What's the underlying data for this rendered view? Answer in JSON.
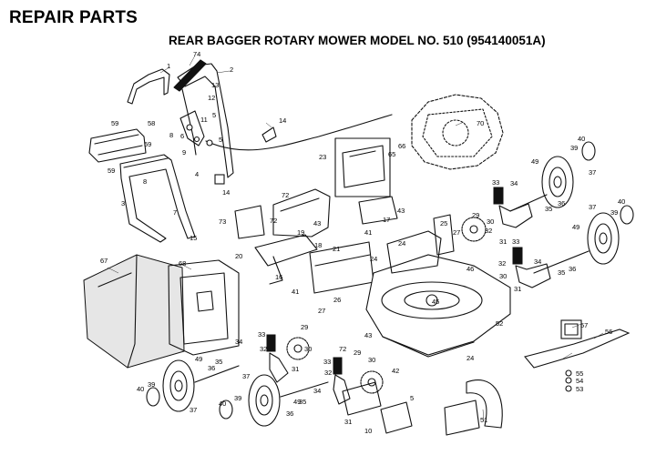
{
  "header": {
    "title": "REPAIR PARTS",
    "subtitle": "REAR BAGGER ROTARY MOWER MODEL NO.  510 (954140051A)"
  },
  "callouts": [
    {
      "id": "c74",
      "text": "74"
    },
    {
      "id": "c1",
      "text": "1"
    },
    {
      "id": "c2",
      "text": "2"
    },
    {
      "id": "c13",
      "text": "13"
    },
    {
      "id": "c12",
      "text": "12"
    },
    {
      "id": "c5a",
      "text": "5"
    },
    {
      "id": "c11",
      "text": "11"
    },
    {
      "id": "c6",
      "text": "6"
    },
    {
      "id": "c5b",
      "text": "5"
    },
    {
      "id": "c14a",
      "text": "14"
    },
    {
      "id": "c59a",
      "text": "59"
    },
    {
      "id": "c58",
      "text": "58"
    },
    {
      "id": "c59b",
      "text": "59"
    },
    {
      "id": "c8a",
      "text": "8"
    },
    {
      "id": "c9",
      "text": "9"
    },
    {
      "id": "c4",
      "text": "4"
    },
    {
      "id": "c59c",
      "text": "59"
    },
    {
      "id": "c8b",
      "text": "8"
    },
    {
      "id": "c3",
      "text": "3"
    },
    {
      "id": "c14b",
      "text": "14"
    },
    {
      "id": "c7",
      "text": "7"
    },
    {
      "id": "c15",
      "text": "15"
    },
    {
      "id": "c70",
      "text": "70"
    },
    {
      "id": "c23",
      "text": "23"
    },
    {
      "id": "c66",
      "text": "66"
    },
    {
      "id": "c65",
      "text": "65"
    },
    {
      "id": "c72a",
      "text": "72"
    },
    {
      "id": "c72b",
      "text": "72"
    },
    {
      "id": "c73",
      "text": "73"
    },
    {
      "id": "c19",
      "text": "19"
    },
    {
      "id": "c43a",
      "text": "43"
    },
    {
      "id": "c17",
      "text": "17"
    },
    {
      "id": "c43b",
      "text": "43"
    },
    {
      "id": "c20",
      "text": "20"
    },
    {
      "id": "c18",
      "text": "18"
    },
    {
      "id": "c21",
      "text": "21"
    },
    {
      "id": "c41a",
      "text": "41"
    },
    {
      "id": "c16",
      "text": "16"
    },
    {
      "id": "c41b",
      "text": "41"
    },
    {
      "id": "c24a",
      "text": "24"
    },
    {
      "id": "c24b",
      "text": "24"
    },
    {
      "id": "c67",
      "text": "67"
    },
    {
      "id": "c68",
      "text": "68"
    },
    {
      "id": "c26",
      "text": "26"
    },
    {
      "id": "c27a",
      "text": "27"
    },
    {
      "id": "c45",
      "text": "45"
    },
    {
      "id": "c46",
      "text": "46"
    },
    {
      "id": "c52",
      "text": "52"
    },
    {
      "id": "c25",
      "text": "25"
    },
    {
      "id": "c27b",
      "text": "27"
    },
    {
      "id": "c29a",
      "text": "29"
    },
    {
      "id": "c30a",
      "text": "30"
    },
    {
      "id": "c31a",
      "text": "31"
    },
    {
      "id": "c32a",
      "text": "32"
    },
    {
      "id": "c33a",
      "text": "33"
    },
    {
      "id": "c34a",
      "text": "34"
    },
    {
      "id": "c35a",
      "text": "35"
    },
    {
      "id": "c36a",
      "text": "36"
    },
    {
      "id": "c37a",
      "text": "37"
    },
    {
      "id": "c39a",
      "text": "39"
    },
    {
      "id": "c40a",
      "text": "40"
    },
    {
      "id": "c49a",
      "text": "49"
    },
    {
      "id": "c33b",
      "text": "33"
    },
    {
      "id": "c32b",
      "text": "32"
    },
    {
      "id": "c34b",
      "text": "34"
    },
    {
      "id": "c30b",
      "text": "30"
    },
    {
      "id": "c31b",
      "text": "31"
    },
    {
      "id": "c35b",
      "text": "35"
    },
    {
      "id": "c36b",
      "text": "36"
    },
    {
      "id": "c37b",
      "text": "37"
    },
    {
      "id": "c39b",
      "text": "39"
    },
    {
      "id": "c40b",
      "text": "40"
    },
    {
      "id": "c49b",
      "text": "49"
    },
    {
      "id": "c57",
      "text": "57"
    },
    {
      "id": "c56",
      "text": "56"
    },
    {
      "id": "c55",
      "text": "55"
    },
    {
      "id": "c54",
      "text": "54"
    },
    {
      "id": "c53",
      "text": "53"
    },
    {
      "id": "c51",
      "text": "51"
    },
    {
      "id": "c10",
      "text": "10"
    },
    {
      "id": "c31c",
      "text": "31"
    },
    {
      "id": "c32c",
      "text": "32"
    },
    {
      "id": "c33c",
      "text": "33"
    },
    {
      "id": "c29b",
      "text": "29"
    },
    {
      "id": "c30c",
      "text": "30"
    },
    {
      "id": "c72c",
      "text": "72"
    },
    {
      "id": "c42",
      "text": "42"
    },
    {
      "id": "c43c",
      "text": "43"
    },
    {
      "id": "c24c",
      "text": "24"
    },
    {
      "id": "c33d",
      "text": "33"
    },
    {
      "id": "c32d",
      "text": "32"
    },
    {
      "id": "c29c",
      "text": "29"
    },
    {
      "id": "c30d",
      "text": "30"
    },
    {
      "id": "c31d",
      "text": "31"
    },
    {
      "id": "c34c",
      "text": "34"
    },
    {
      "id": "c35c",
      "text": "35"
    },
    {
      "id": "c36c",
      "text": "36"
    },
    {
      "id": "c37c",
      "text": "37"
    },
    {
      "id": "c39c",
      "text": "39"
    },
    {
      "id": "c40c",
      "text": "40"
    },
    {
      "id": "c49c",
      "text": "49"
    },
    {
      "id": "c34d",
      "text": "34"
    },
    {
      "id": "c35d",
      "text": "35"
    },
    {
      "id": "c36d",
      "text": "36"
    },
    {
      "id": "c37d",
      "text": "37"
    },
    {
      "id": "c39d",
      "text": "39"
    },
    {
      "id": "c40d",
      "text": "40"
    },
    {
      "id": "c49d",
      "text": "49"
    },
    {
      "id": "c5c",
      "text": "5"
    }
  ]
}
